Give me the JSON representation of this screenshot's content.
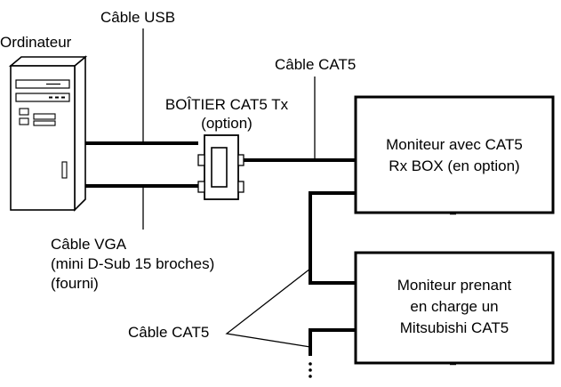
{
  "labels": {
    "computer": "Ordinateur",
    "usb_cable": "Câble USB",
    "cat5_cable_top": "Câble CAT5",
    "tx_box_line1": "BOÎTIER CAT5 Tx",
    "tx_box_line2": "(option)",
    "vga_line1": "Câble VGA",
    "vga_line2": "(mini D-Sub 15 broches)",
    "vga_line3": "(fourni)",
    "cat5_cable_bottom": "Câble CAT5",
    "monitor1_line1": "Moniteur avec CAT5",
    "monitor1_line2": "Rx BOX (en option)",
    "monitor2_line1": "Moniteur prenant",
    "monitor2_line2": "en charge un",
    "monitor2_line3": "Mitsubishi CAT5"
  }
}
